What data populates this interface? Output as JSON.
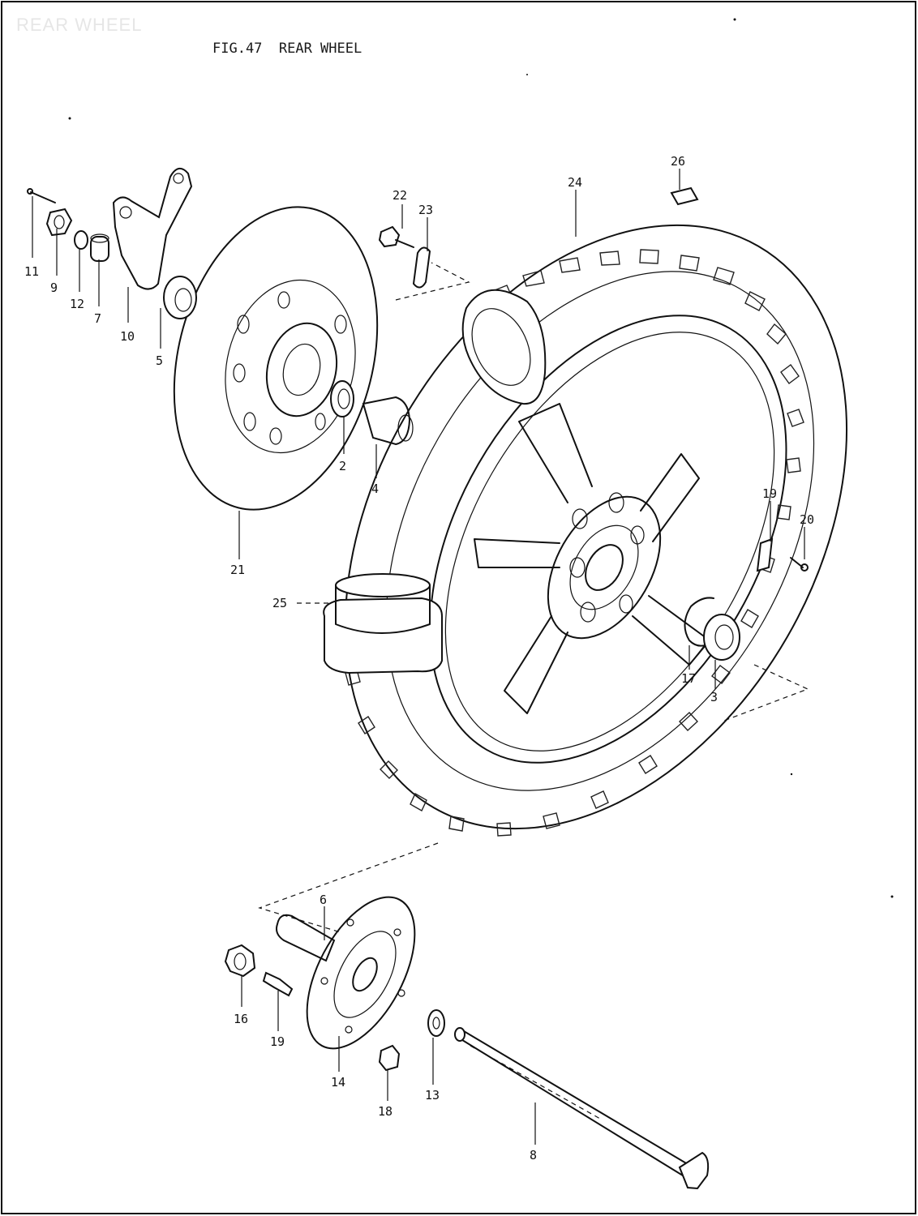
{
  "watermark": "REAR WHEEL",
  "title": "FIG.47  REAR WHEEL",
  "callouts": {
    "c1": "11",
    "c2": "9",
    "c3": "12",
    "c4": "7",
    "c5": "10",
    "c6": "5",
    "c7": "2",
    "c8": "4",
    "c9": "21",
    "c10": "22",
    "c11": "23",
    "c12": "24",
    "c13": "26",
    "c14": "19",
    "c15": "20",
    "c16": "25",
    "c17": "17",
    "c18": "3",
    "c19": "6",
    "c20": "16",
    "c21": "19",
    "c22": "14",
    "c23": "18",
    "c24": "13",
    "c25": "8"
  }
}
